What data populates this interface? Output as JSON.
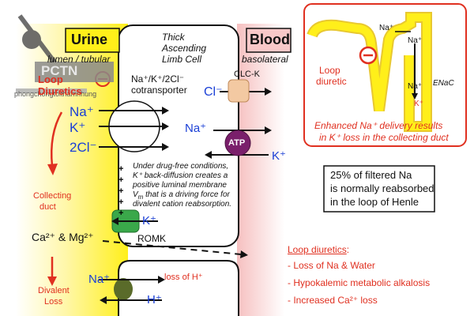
{
  "watermark": {
    "logo_text": "PCTN",
    "site": "phongchongtoithamnhung"
  },
  "labels": {
    "urine": "Urine",
    "lumen": "lumen / tubular",
    "blood": "Blood",
    "basolateral": "basolateral",
    "cell_title_1": "Thick",
    "cell_title_2": "Ascending",
    "cell_title_3": "Limb Cell",
    "loop_diuretics": "Loop",
    "loop_diuretics_2": "Diuretics",
    "cotransporter_1": "Na⁺/K⁺/2Cl⁻",
    "cotransporter_2": "cotransporter",
    "clck": "CLC-K",
    "cl_minus": "Cl⁻",
    "na_plus": "Na⁺",
    "k_plus": "K⁺",
    "two_cl": "2Cl⁻",
    "na_plus_cell": "Na⁺",
    "atp": "ATP",
    "k_plus_blood": "K⁺",
    "under_1": "Under drug-free conditions,",
    "under_2": "K⁺ back-diffusion creates a",
    "under_3": "positive luminal membrane",
    "under_4": "V",
    "under_4_sub": "m",
    "under_4_rest": " that is a driving force for",
    "under_5": "divalent cation reabsorption.",
    "collecting_1": "Collecting",
    "collecting_2": "duct",
    "k_plus_romk": "K⁺",
    "romk": "ROMK",
    "ca_mg": "Ca²⁺ & Mg²⁺",
    "divalent_1": "Divalent",
    "divalent_2": "Loss",
    "na_plus_bottom": "Na⁺",
    "h_plus_bottom": "H⁺",
    "loss_h": "loss of H⁺",
    "plus_signs": [
      "+",
      "+",
      "+",
      "+",
      "+"
    ]
  },
  "inset": {
    "na_top": "Na⁺",
    "na_right": "Na⁺",
    "na_mid": "Na⁺",
    "enac": "ENaC",
    "k_plus": "K⁺",
    "loop_diuretic_1": "Loop",
    "loop_diuretic_2": "diuretic",
    "caption_1": "Enhanced Na⁺ delivery results",
    "caption_2": "in K⁺ loss in the collecting duct"
  },
  "info_box": {
    "line1": "25% of filtered Na",
    "line2": "is normally reabsorbed",
    "line3": "in the loop of Henle"
  },
  "effects": {
    "title": "Loop diuretics",
    "title_suffix": ":",
    "items": [
      "- Loss of Na & Water",
      "- Hypokalemic metabolic alkalosis",
      "- Increased Ca²⁺ loss"
    ]
  },
  "colors": {
    "yellow": "#ffef1a",
    "blood_pink": "#f8c8c8",
    "red": "#e03020",
    "blue": "#1a3fd6",
    "atp_purple": "#7a1f6b",
    "romk_green": "#3aa84a",
    "olive": "#5a6b2a"
  }
}
